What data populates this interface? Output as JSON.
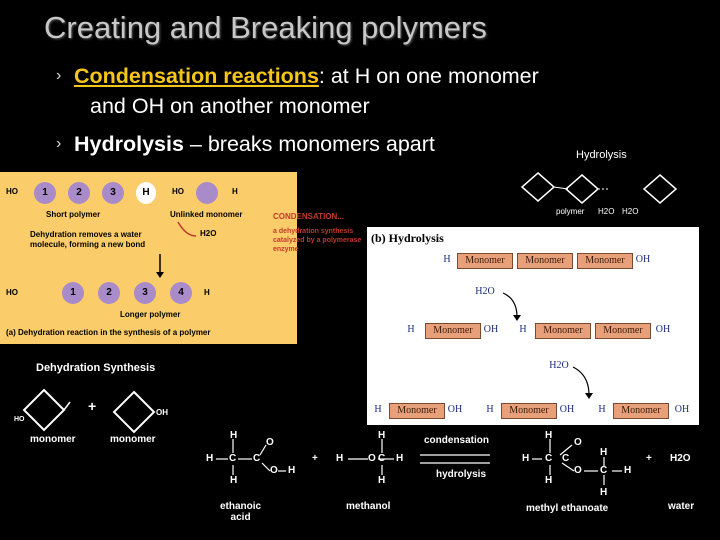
{
  "title": "Creating and Breaking polymers",
  "bullets": [
    {
      "term": "Condensation reactions",
      "rest": ":  at H on one monomer",
      "line2": "and OH on another monomer"
    },
    {
      "term": "Hydrolysis",
      "rest": " – breaks monomers apart"
    }
  ],
  "hydro_diagram_small": {
    "title": "Hydrolysis",
    "polymer": "polymer",
    "h2o_a": "H2O",
    "h2o_b": "H2O"
  },
  "dehydration_panel": {
    "ho": "HO",
    "h": "H",
    "nums": [
      "1",
      "2",
      "3"
    ],
    "nums_long": [
      "1",
      "2",
      "3",
      "4"
    ],
    "short_polymer": "Short polymer",
    "unlinked": "Unlinked monomer",
    "desc": "Dehydration removes a water molecule, forming a new bond",
    "condensation": "CONDENSATION...",
    "condensation_desc": "a dehydration synthesis catalyzed by a polymerase enzyme",
    "h2o": "H2O",
    "longer": "Longer polymer",
    "caption": "(a) Dehydration reaction in the synthesis of a polymer"
  },
  "hydrolysis_panel": {
    "title": "(b)  Hydrolysis",
    "monomer": "Monomer",
    "h": "H",
    "oh": "OH",
    "h2o": "H2O"
  },
  "dehydration_synthesis": {
    "title": "Dehydration Synthesis",
    "monomer_a": "monomer",
    "monomer_b": "monomer",
    "ho": "HO",
    "oh": "OH",
    "plus": "+"
  },
  "reaction": {
    "condensation": "condensation",
    "hydrolysis": "hydrolysis",
    "ethanoic": "ethanoic\nacid",
    "methanol": "methanol",
    "methyl_ethanoate": "methyl ethanoate",
    "water": "water",
    "h2o": "H2O",
    "plus": "+"
  }
}
